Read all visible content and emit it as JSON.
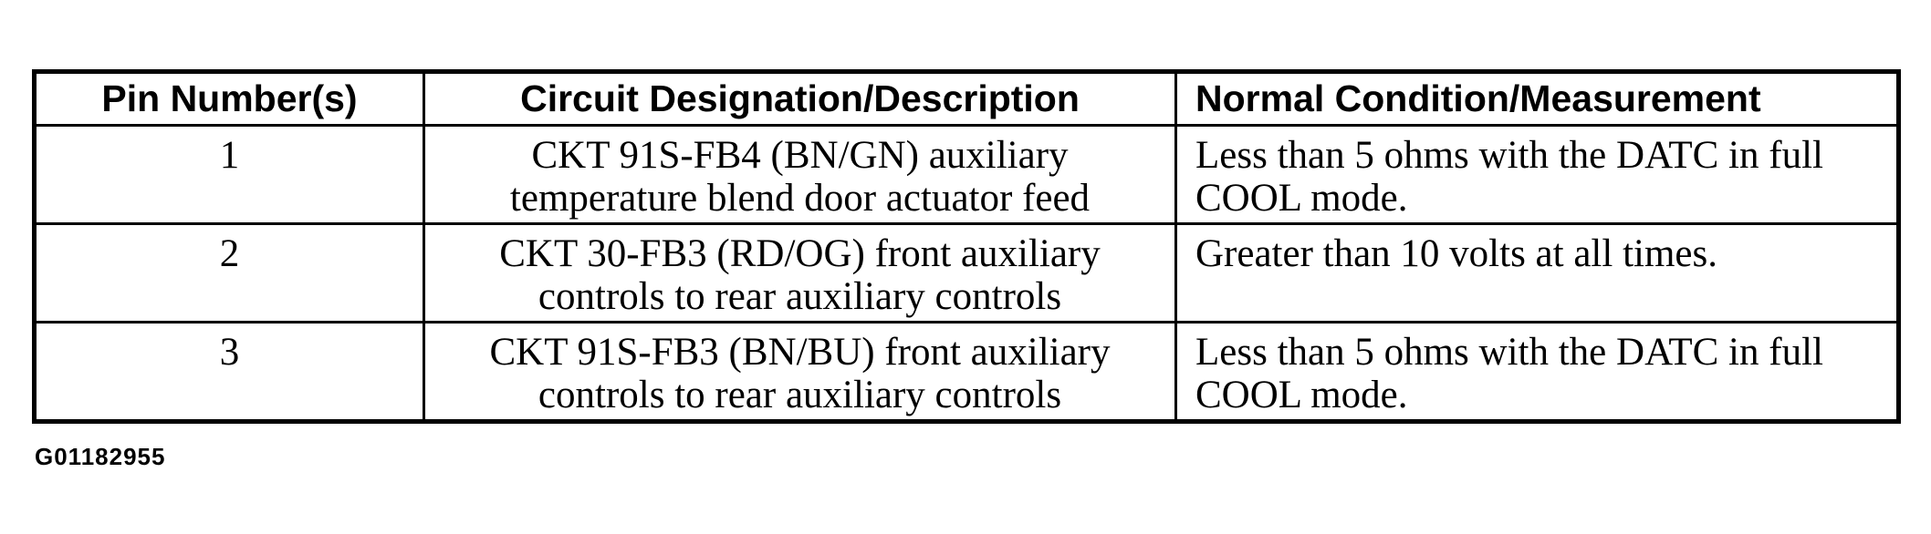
{
  "page": {
    "background_color": "#ffffff",
    "text_color": "#000000",
    "border_color": "#000000",
    "figure_id": "G01182955"
  },
  "table": {
    "headers": [
      "Pin Number(s)",
      "Circuit Designation/Description",
      "Normal Condition/Measurement"
    ],
    "rows": [
      {
        "pin": "1",
        "circuit": "CKT 91S-FB4 (BN/GN) auxiliary temperature blend door actuator feed",
        "condition": "Less than 5 ohms with the DATC in full COOL mode."
      },
      {
        "pin": "2",
        "circuit": "CKT 30-FB3 (RD/OG) front auxiliary controls to rear auxiliary controls",
        "condition": "Greater than 10 volts at all times."
      },
      {
        "pin": "3",
        "circuit": "CKT 91S-FB3 (BN/BU) front auxiliary controls to rear auxiliary controls",
        "condition": "Less than 5 ohms with the DATC in full COOL mode."
      }
    ]
  }
}
